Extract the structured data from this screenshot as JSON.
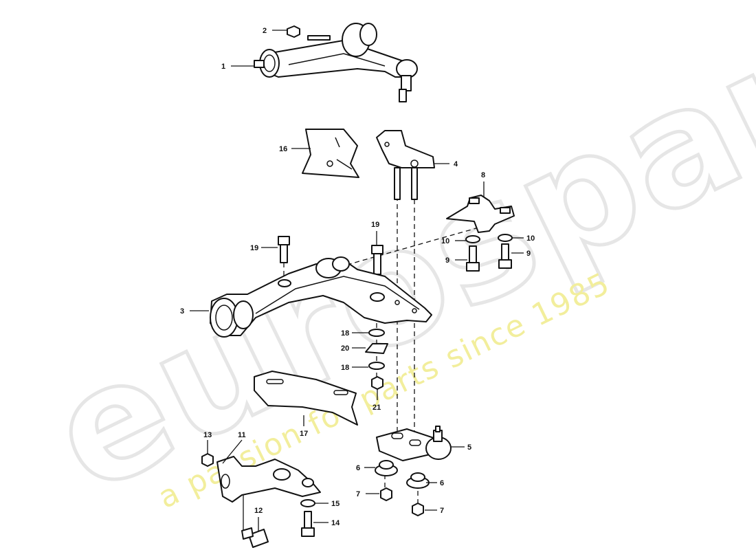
{
  "watermark": {
    "brand": "eurospares",
    "tagline": "a passion for parts since 1985",
    "colors": {
      "brand": "#e6e6e6",
      "tagline": "#f2ee9c"
    }
  },
  "callouts": {
    "c1": "1",
    "c2": "2",
    "c3": "3",
    "c4": "4",
    "c5": "5",
    "c6a": "6",
    "c6b": "6",
    "c7a": "7",
    "c7b": "7",
    "c8": "8",
    "c9a": "9",
    "c9b": "9",
    "c10a": "10",
    "c10b": "10",
    "c11": "11",
    "c12": "12",
    "c13": "13",
    "c14": "14",
    "c15": "15",
    "c16": "16",
    "c17": "17",
    "c18a": "18",
    "c18b": "18",
    "c19a": "19",
    "c19b": "19",
    "c20": "20",
    "c21": "21"
  }
}
